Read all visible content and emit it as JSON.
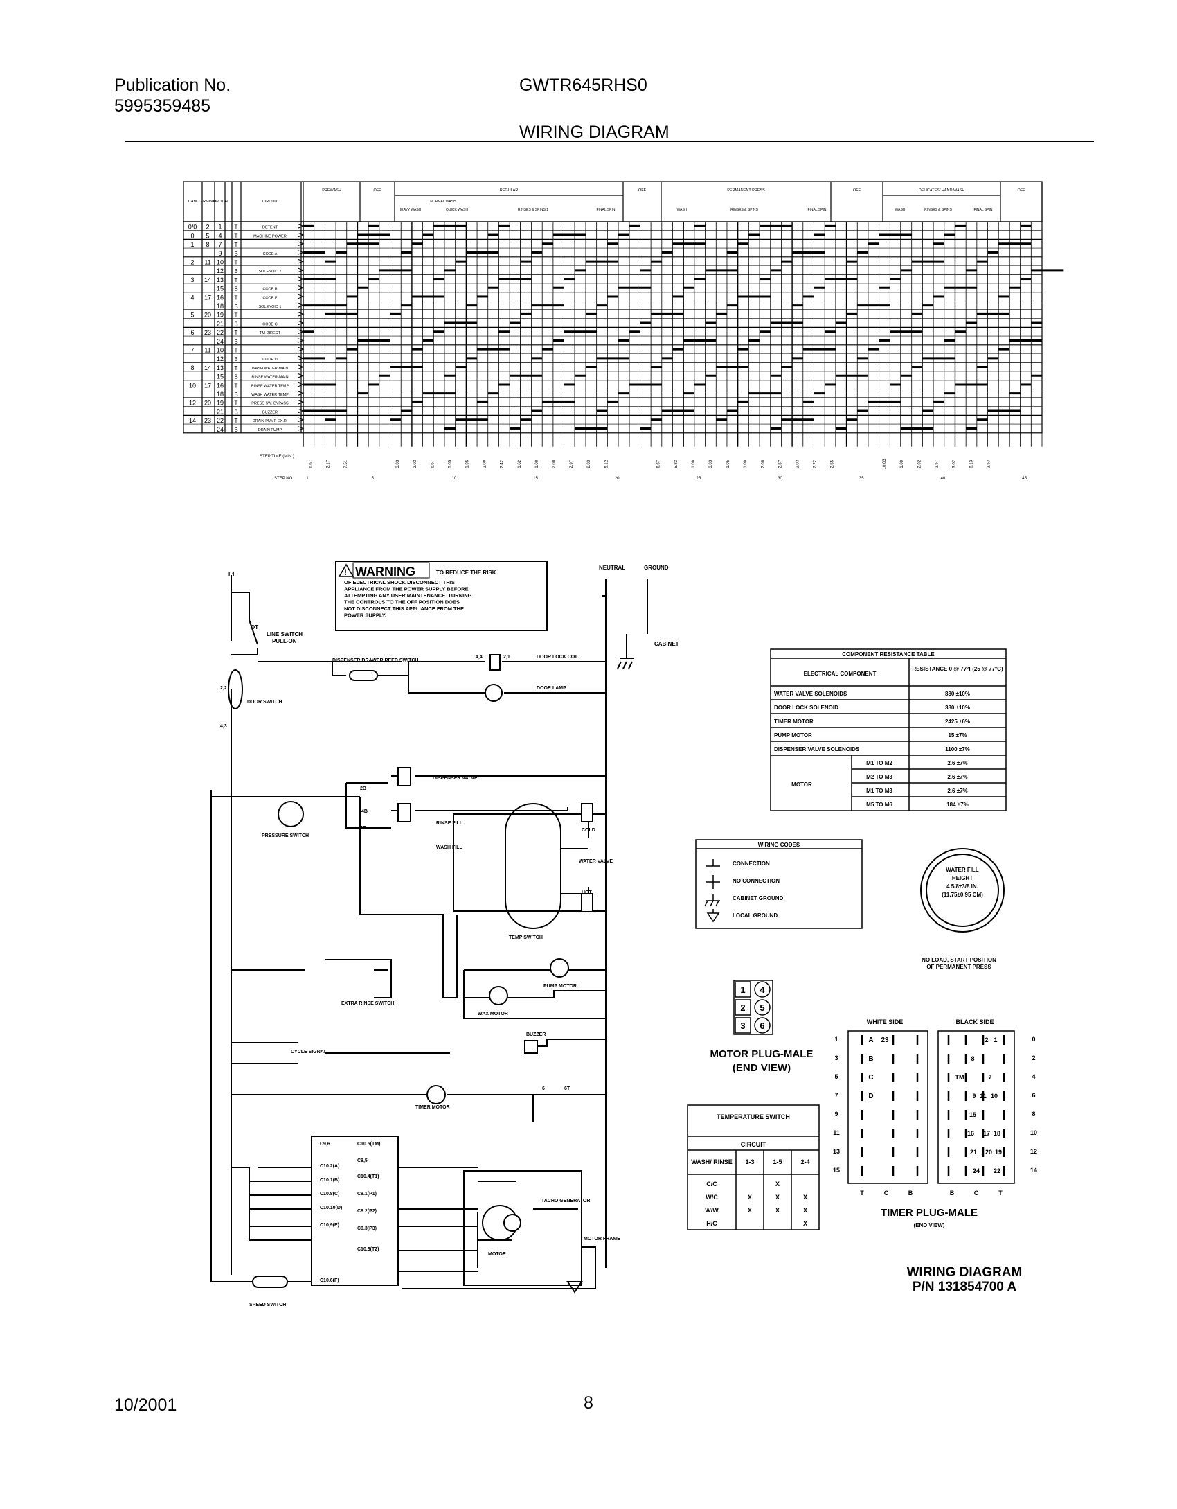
{
  "header": {
    "publication_label": "Publication No.",
    "publication_number": "5995359485",
    "model": "GWTR645RHS0",
    "title": "WIRING DIAGRAM"
  },
  "footer": {
    "date": "10/2001",
    "page": "8"
  },
  "timer_chart": {
    "col_headers": [
      "CAM",
      "TERMINAL",
      "SWITCH",
      "CIRCUIT"
    ],
    "cycle_headers": [
      "PREWASH",
      "OFF",
      "REGULAR",
      "OFF",
      "PERMANENT PRESS",
      "OFF",
      "DELICATES/ HAND WASH",
      "OFF"
    ],
    "regular_sub": [
      "NORMAL WASH",
      "HEAVY WASH",
      "QUICK WASH",
      "RINSES & SPINS 1",
      "FINAL SPIN"
    ],
    "perm_sub": [
      "WASH",
      "RINSES & SPINS",
      "FINAL SPIN"
    ],
    "delicate_sub": [
      "WASH",
      "RINSES & SPINS",
      "FINAL SPIN"
    ],
    "circuits": [
      {
        "cam": "0/0",
        "t1": "1",
        "t2": "2",
        "sw": "T",
        "name": "DETENT"
      },
      {
        "cam": "0",
        "t1": "4",
        "t2": "5",
        "sw": "T",
        "name": "MACHINE POWER"
      },
      {
        "cam": "1",
        "t1": "7",
        "t2": "8",
        "sw": "T",
        "name": ""
      },
      {
        "cam": "",
        "t1": "9",
        "t2": "",
        "sw": "B",
        "name": "CODE A"
      },
      {
        "cam": "2",
        "t1": "10",
        "t2": "11",
        "sw": "T",
        "name": ""
      },
      {
        "cam": "",
        "t1": "12",
        "t2": "",
        "sw": "B",
        "name": "SOLENOID 2"
      },
      {
        "cam": "3",
        "t1": "13",
        "t2": "14",
        "sw": "T",
        "name": ""
      },
      {
        "cam": "",
        "t1": "15",
        "t2": "",
        "sw": "B",
        "name": "CODE B"
      },
      {
        "cam": "4",
        "t1": "16",
        "t2": "17",
        "sw": "T",
        "name": "CODE E"
      },
      {
        "cam": "",
        "t1": "18",
        "t2": "",
        "sw": "B",
        "name": "SOLENOID 1"
      },
      {
        "cam": "5",
        "t1": "19",
        "t2": "20",
        "sw": "T",
        "name": ""
      },
      {
        "cam": "",
        "t1": "21",
        "t2": "",
        "sw": "B",
        "name": "CODE C"
      },
      {
        "cam": "6",
        "t1": "22",
        "t2": "23",
        "sw": "T",
        "name": "TM DIRECT"
      },
      {
        "cam": "",
        "t1": "24",
        "t2": "",
        "sw": "B",
        "name": ""
      },
      {
        "cam": "7",
        "t1": "10",
        "t2": "11",
        "sw": "T",
        "name": ""
      },
      {
        "cam": "",
        "t1": "12",
        "t2": "",
        "sw": "B",
        "name": "CODE D"
      },
      {
        "cam": "8",
        "t1": "13",
        "t2": "14",
        "sw": "T",
        "name": "WASH WATER-MAIN"
      },
      {
        "cam": "",
        "t1": "15",
        "t2": "",
        "sw": "B",
        "name": "RINSE WATER-MAIN"
      },
      {
        "cam": "10",
        "t1": "16",
        "t2": "17",
        "sw": "T",
        "name": "RINSE WATER TEMP"
      },
      {
        "cam": "",
        "t1": "18",
        "t2": "",
        "sw": "B",
        "name": "WASH WATER TEMP"
      },
      {
        "cam": "12",
        "t1": "19",
        "t2": "20",
        "sw": "T",
        "name": "PRESS SW. BYPASS"
      },
      {
        "cam": "",
        "t1": "21",
        "t2": "",
        "sw": "B",
        "name": "BUZZER"
      },
      {
        "cam": "14",
        "t1": "22",
        "t2": "23",
        "sw": "T",
        "name": "DRAIN PUMP-EX.R."
      },
      {
        "cam": "",
        "t1": "24",
        "t2": "",
        "sw": "B",
        "name": "DRAIN PUMP"
      }
    ],
    "step_time_label": "STEP TIME (MIN.)",
    "step_no_label": "STEP NO.",
    "step_times": [
      "6.67",
      "2.17",
      "7.51",
      "",
      "",
      "3.03",
      "2.03",
      "6.67",
      "5.05",
      "1.05",
      "2.00",
      "2.42",
      "1.62",
      "1.00",
      "2.00",
      "2.97",
      "2.03",
      "5.12",
      "",
      "",
      "6.67",
      "5.83",
      "1.00",
      "3.03",
      "1.05",
      "1.00",
      "2.00",
      "2.57",
      "2.03",
      "7.22",
      "2.55",
      "",
      "",
      "10.03",
      "1.00",
      "2.02",
      "2.57",
      "3.02",
      "8.13",
      "3.53",
      ""
    ],
    "step_numbers": [
      "1",
      "5",
      "10",
      "15",
      "20",
      "25",
      "30",
      "35",
      "40",
      "45"
    ]
  },
  "warning": {
    "heading": "WARNING",
    "text": [
      "TO REDUCE THE RISK",
      "OF ELECTRICAL SHOCK DISCONNECT THIS",
      "APPLIANCE FROM THE POWER SUPPLY BEFORE",
      "ATTEMPTING ANY USER MAINTENANCE. TURNING",
      "THE CONTROLS TO THE OFF POSITION DOES",
      "NOT DISCONNECT THIS APPLIANCE FROM THE",
      "POWER SUPPLY."
    ]
  },
  "schematic": {
    "L1": "L1",
    "neutral": "NEUTRAL",
    "ground": "GROUND",
    "cabinet": "CABINET",
    "ot": "OT",
    "line_switch": "LINE SWITCH",
    "pull_on": "PULL-ON",
    "reed_switch": "DISPENSER DRAWER REED SWITCH",
    "door_lock_coil": "DOOR LOCK COIL",
    "door_lamp": "DOOR LAMP",
    "door_switch": "DOOR SWITCH",
    "ds_top": "2,2",
    "ds_bot": "4,3",
    "dlc_left": "4,4",
    "dlc_right": "2,1",
    "dispenser_valve": "DISPENSER VALVE",
    "t2b": "2B",
    "t4b": "4B",
    "t4t": "4T",
    "pressure_switch": "PRESSURE SWITCH",
    "rinse_fill": "RINSE FILL",
    "wash_fill": "WASH FILL",
    "cold": "COLD",
    "hot": "HOT",
    "water_valve": "WATER VALVE",
    "temp_switch": "TEMP SWITCH",
    "pump_motor": "PUMP MOTOR",
    "wax_motor": "WAX MOTOR",
    "extra_rinse": "EXTRA RINSE SWITCH",
    "buzzer": "BUZZER",
    "cycle_signal": "CYCLE SIGNAL",
    "timer_motor": "TIMER MOTOR",
    "six": "6",
    "sixT": "6T",
    "motor": "MOTOR",
    "tacho": "TACHO GENERATOR",
    "motor_frame": "MOTOR FRAME",
    "speed_switch": "SPEED SWITCH",
    "plug_left": [
      "C9,6",
      "C10.2(A)",
      "C10.1(B)",
      "C10.8(C)",
      "C10.10(D)",
      "C10,9(E)",
      "C10.6(F)"
    ],
    "plug_right": [
      "C10.5(TM)",
      "C8,5",
      "C10.4(T1)",
      "C8.1(P1)",
      "C8.2(P2)",
      "C8.3(P3)",
      "C10.3(T2)"
    ]
  },
  "resistance_table": {
    "title": "COMPONENT RESISTANCE TABLE",
    "col1": "ELECTRICAL COMPONENT",
    "col2": "RESISTANCE 0 @ 77°F(25 @ 77°C)",
    "rows": [
      [
        "WATER VALVE SOLENOIDS",
        "",
        "880 ±10%"
      ],
      [
        "DOOR LOCK SOLENOID",
        "",
        "380 ±10%"
      ],
      [
        "TIMER MOTOR",
        "",
        "2425 ±6%"
      ],
      [
        "PUMP MOTOR",
        "",
        "15 ±7%"
      ],
      [
        "DISPENSER VALVE SOLENOIDS",
        "",
        "1100 ±7%"
      ]
    ],
    "motor_label": "MOTOR",
    "motor_rows": [
      [
        "M1 TO M2",
        "2.6 ±7%"
      ],
      [
        "M2 TO M3",
        "2.6 ±7%"
      ],
      [
        "M1 TO M3",
        "2.6 ±7%"
      ],
      [
        "M5 TO M6",
        "184 ±7%"
      ]
    ]
  },
  "wiring_codes": {
    "title": "WIRING CODES",
    "items": [
      "CONNECTION",
      "NO CONNECTION",
      "CABINET GROUND",
      "LOCAL GROUND"
    ]
  },
  "dial": {
    "text": [
      "WATER FILL",
      "HEIGHT",
      "4 5/8±3/8 IN.",
      "(11.75±0.95 CM)"
    ],
    "caption": [
      "NO LOAD, START POSITION",
      "OF PERMANENT PRESS"
    ]
  },
  "motor_plug": {
    "pins": [
      "1",
      "4",
      "2",
      "5",
      "3",
      "6"
    ],
    "caption": [
      "MOTOR PLUG-MALE",
      "(END VIEW)"
    ]
  },
  "temp_switch_table": {
    "title": "TEMPERATURE SWITCH",
    "circuit": "CIRCUIT",
    "head": [
      "WASH/ RINSE",
      "1-3",
      "1-5",
      "2-4"
    ],
    "rows": [
      [
        "C/C",
        "",
        "X",
        ""
      ],
      [
        "W/C",
        "X",
        "X",
        "X"
      ],
      [
        "W/W",
        "X",
        "X",
        "X"
      ],
      [
        "H/C",
        "",
        "",
        "X"
      ]
    ]
  },
  "timer_plug": {
    "white": "WHITE SIDE",
    "black": "BLACK SIDE",
    "left_nums": [
      "1",
      "3",
      "5",
      "7",
      "9",
      "11",
      "13",
      "15"
    ],
    "right_nums": [
      "0",
      "2",
      "4",
      "6",
      "8",
      "10",
      "12",
      "14"
    ],
    "white_labels": [
      "A",
      "B",
      "C",
      "D"
    ],
    "pin_23": "23",
    "black_labels": [
      "2",
      "1",
      "8",
      "7",
      "9",
      "11",
      "10",
      "15",
      "16",
      "17",
      "18",
      "21",
      "20",
      "19",
      "24",
      "22",
      "TM"
    ],
    "bottom_white": [
      "T",
      "C",
      "B"
    ],
    "bottom_black": [
      "B",
      "C",
      "T"
    ],
    "caption": [
      "TIMER PLUG-MALE",
      "(END VIEW)"
    ]
  },
  "part_number": {
    "line1": "WIRING DIAGRAM",
    "line2": "P/N 131854700 A"
  }
}
